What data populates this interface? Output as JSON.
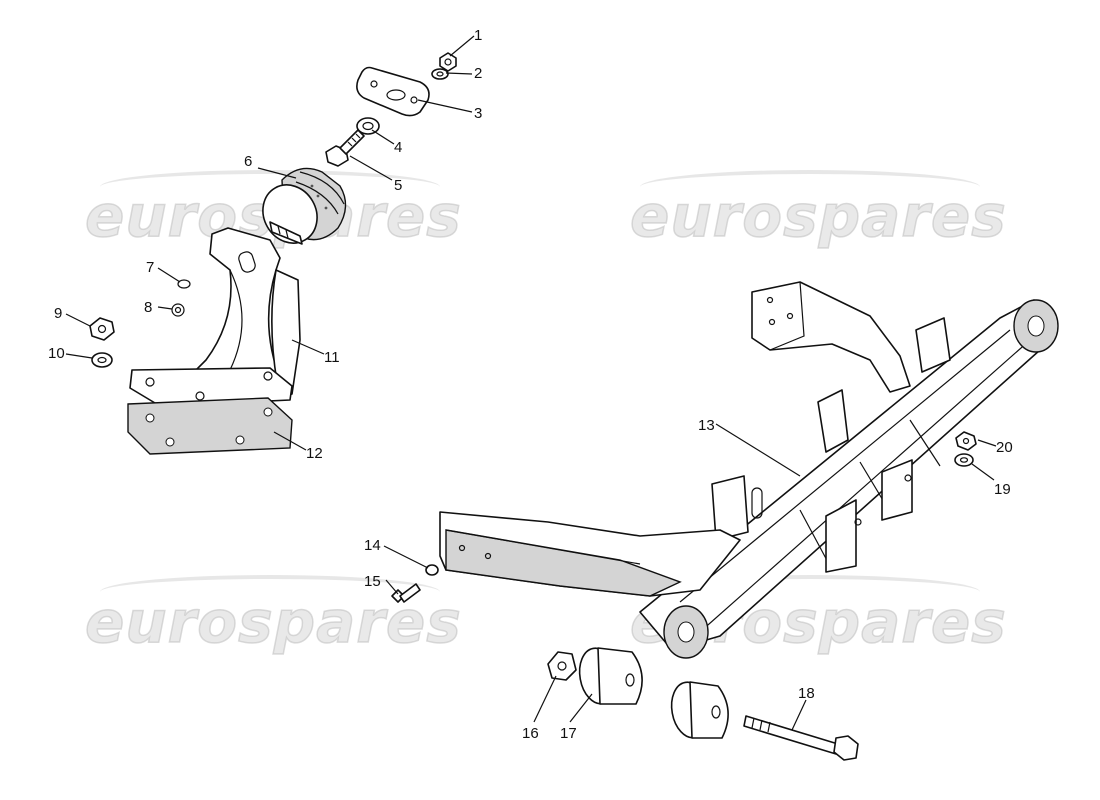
{
  "watermark": {
    "text": "eurospares"
  },
  "callouts": [
    "1",
    "2",
    "3",
    "4",
    "5",
    "6",
    "7",
    "8",
    "9",
    "10",
    "11",
    "12",
    "13",
    "14",
    "15",
    "16",
    "17",
    "18",
    "19",
    "20"
  ],
  "colors": {
    "ink": "#111111",
    "watermark": "#d7d7d7",
    "background": "#ffffff"
  }
}
